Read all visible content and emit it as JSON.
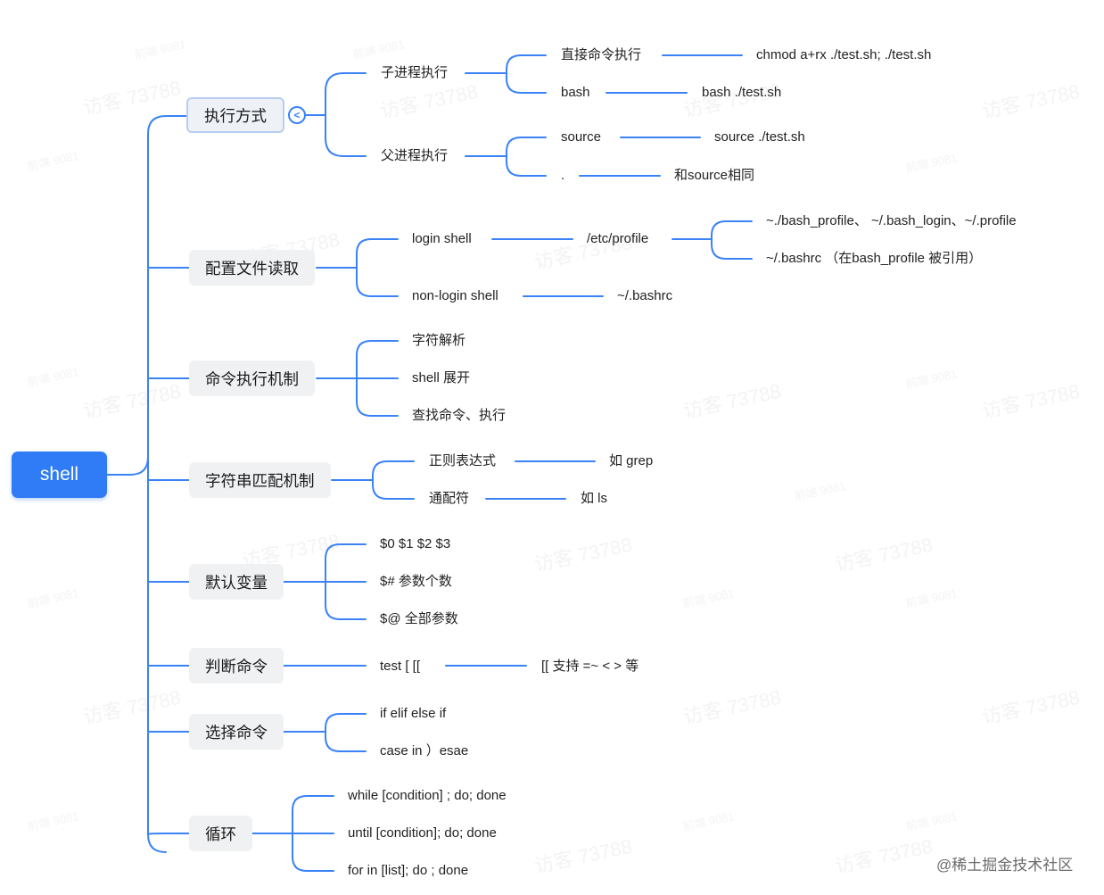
{
  "root": "shell",
  "topics": [
    {
      "label": "执行方式",
      "children": [
        {
          "label": "子进程执行",
          "children": [
            {
              "label": "直接命令执行",
              "children": [
                {
                  "label": "chmod a+rx ./test.sh; ./test.sh"
                }
              ]
            },
            {
              "label": "bash",
              "children": [
                {
                  "label": "bash ./test.sh"
                }
              ]
            }
          ]
        },
        {
          "label": "父进程执行",
          "children": [
            {
              "label": "source",
              "children": [
                {
                  "label": "source ./test.sh"
                }
              ]
            },
            {
              "label": ".",
              "children": [
                {
                  "label": "和source相同"
                }
              ]
            }
          ]
        }
      ]
    },
    {
      "label": "配置文件读取",
      "children": [
        {
          "label": "login shell",
          "children": [
            {
              "label": "/etc/profile",
              "children": [
                {
                  "label": "~./bash_profile、 ~/.bash_login、~/.profile"
                },
                {
                  "label": "~/.bashrc （在bash_profile 被引用）"
                }
              ]
            }
          ]
        },
        {
          "label": "non-login shell",
          "children": [
            {
              "label": "~/.bashrc"
            }
          ]
        }
      ]
    },
    {
      "label": "命令执行机制",
      "children": [
        {
          "label": "字符解析"
        },
        {
          "label": "shell 展开"
        },
        {
          "label": "查找命令、执行"
        }
      ]
    },
    {
      "label": "字符串匹配机制",
      "children": [
        {
          "label": "正则表达式",
          "children": [
            {
              "label": "如 grep"
            }
          ]
        },
        {
          "label": "通配符",
          "children": [
            {
              "label": "如 ls"
            }
          ]
        }
      ]
    },
    {
      "label": "默认变量",
      "children": [
        {
          "label": "$0 $1 $2 $3"
        },
        {
          "label": "$# 参数个数"
        },
        {
          "label": "$@  全部参数"
        }
      ]
    },
    {
      "label": "判断命令",
      "children": [
        {
          "label": "test [  [[",
          "children": [
            {
              "label": "[[ 支持 =~  <  > 等"
            }
          ]
        }
      ]
    },
    {
      "label": "选择命令",
      "children": [
        {
          "label": "if elif  else if"
        },
        {
          "label": "case in  ）esae"
        }
      ]
    },
    {
      "label": "循环",
      "children": [
        {
          "label": "while  [condition] ; do;  done"
        },
        {
          "label": "until [condition]; do; done"
        },
        {
          "label": "for in [list]; do ; done"
        }
      ]
    }
  ],
  "watermarks": {
    "visitor": "访客 73788",
    "small": "前端 9081"
  },
  "footer": "@稀土掘金技术社区",
  "colors": {
    "accent": "#2f7cf6",
    "line": "#3a82f7",
    "topic_bg": "#f0f1f3"
  }
}
